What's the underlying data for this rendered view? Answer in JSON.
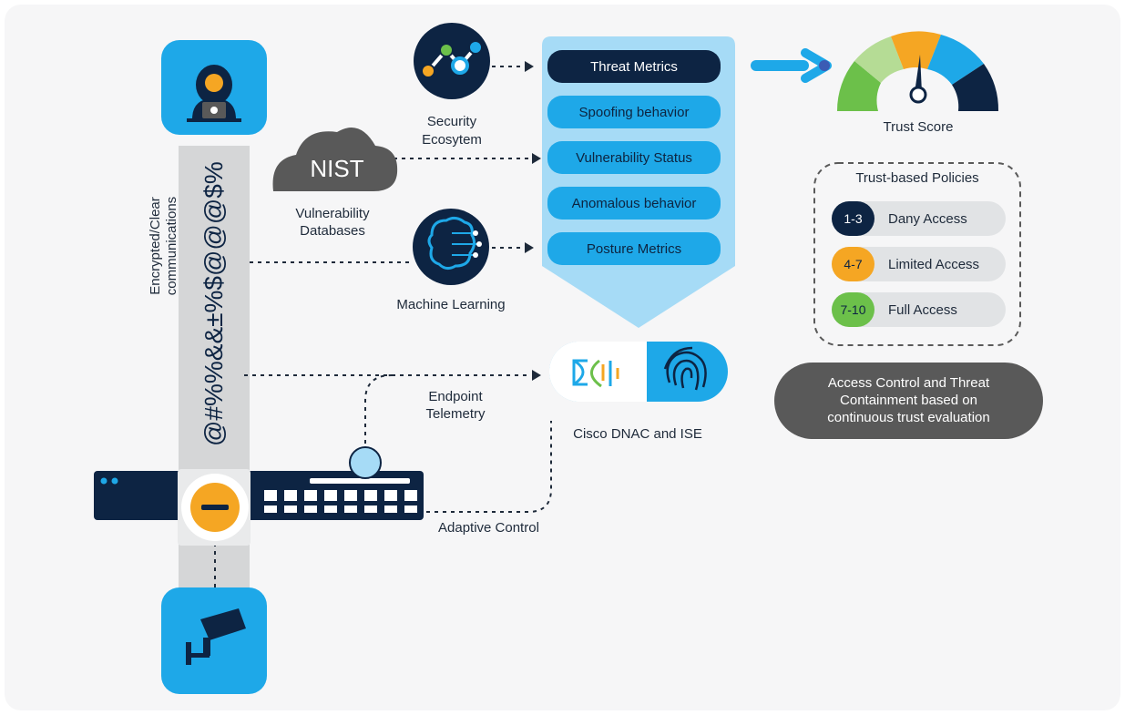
{
  "labels": {
    "security_ecosystem": [
      "Security",
      "Ecosytem"
    ],
    "nist": "NIST",
    "vulnerability_databases": [
      "Vulnerability",
      "Databases"
    ],
    "machine_learning": "Machine Learning",
    "encrypted_comms": [
      "Encrypted/Clear",
      "communications"
    ],
    "scrambled_text": "@#%%&&±%$@@@$%",
    "endpoint_telemetry": [
      "Endpoint",
      "Telemetry"
    ],
    "cisco_dnac_ise": "Cisco DNAC and ISE",
    "adaptive_control": "Adaptive Control",
    "trust_score": "Trust Score",
    "trust_policies_title": "Trust-based Policies",
    "access_control_note": [
      "Access Control and Threat",
      "Containment based on",
      "continuous trust evaluation"
    ]
  },
  "metrics": [
    "Threat Metrics",
    "Spoofing behavior",
    "Vulnerability Status",
    "Anomalous behavior",
    "Posture Metrics"
  ],
  "policies": [
    {
      "range": "1-3",
      "label": "Dany Access",
      "color": "#0d2443",
      "text_color": "#ffffff"
    },
    {
      "range": "4-7",
      "label": "Limited Access",
      "color": "#f5a623",
      "text_color": "#0d2443"
    },
    {
      "range": "7-10",
      "label": "Full Access",
      "color": "#6cc04a",
      "text_color": "#0d2443"
    }
  ],
  "icons": [
    "hacker-icon",
    "security-ecosystem-icon",
    "nist-cloud-icon",
    "machine-learning-brain-icon",
    "dna-icon",
    "fingerprint-icon",
    "network-switch-icon",
    "security-camera-icon",
    "trust-gauge-icon",
    "arrow-right-icon"
  ],
  "colors": {
    "navy": "#0d2443",
    "blue": "#1ea8e8",
    "light_blue": "#a6dbf6",
    "orange": "#f5a623",
    "green": "#6cc04a",
    "gray": "#595959"
  }
}
